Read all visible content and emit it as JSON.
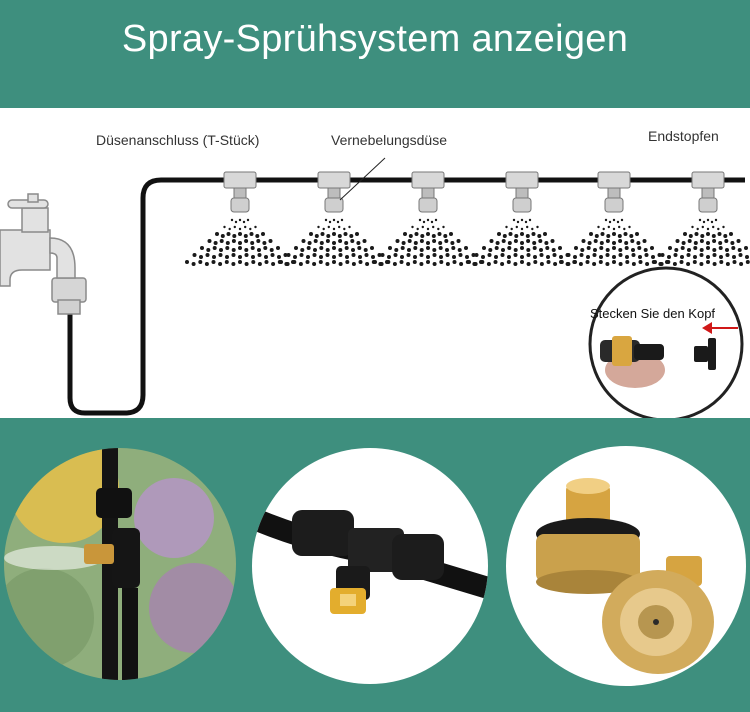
{
  "header": {
    "title": "Spray-Sprühsystem anzeigen"
  },
  "diagram": {
    "labels": {
      "tee": "Düsenanschluss (T-Stück)",
      "nozzle": "Vernebelungsdüse",
      "end_plug": "Endstopfen",
      "insert_head": "Stecken Sie den Kopf"
    }
  },
  "colors": {
    "background": "#3e8f7e",
    "panel": "#ffffff",
    "brass": "#d9a640"
  }
}
